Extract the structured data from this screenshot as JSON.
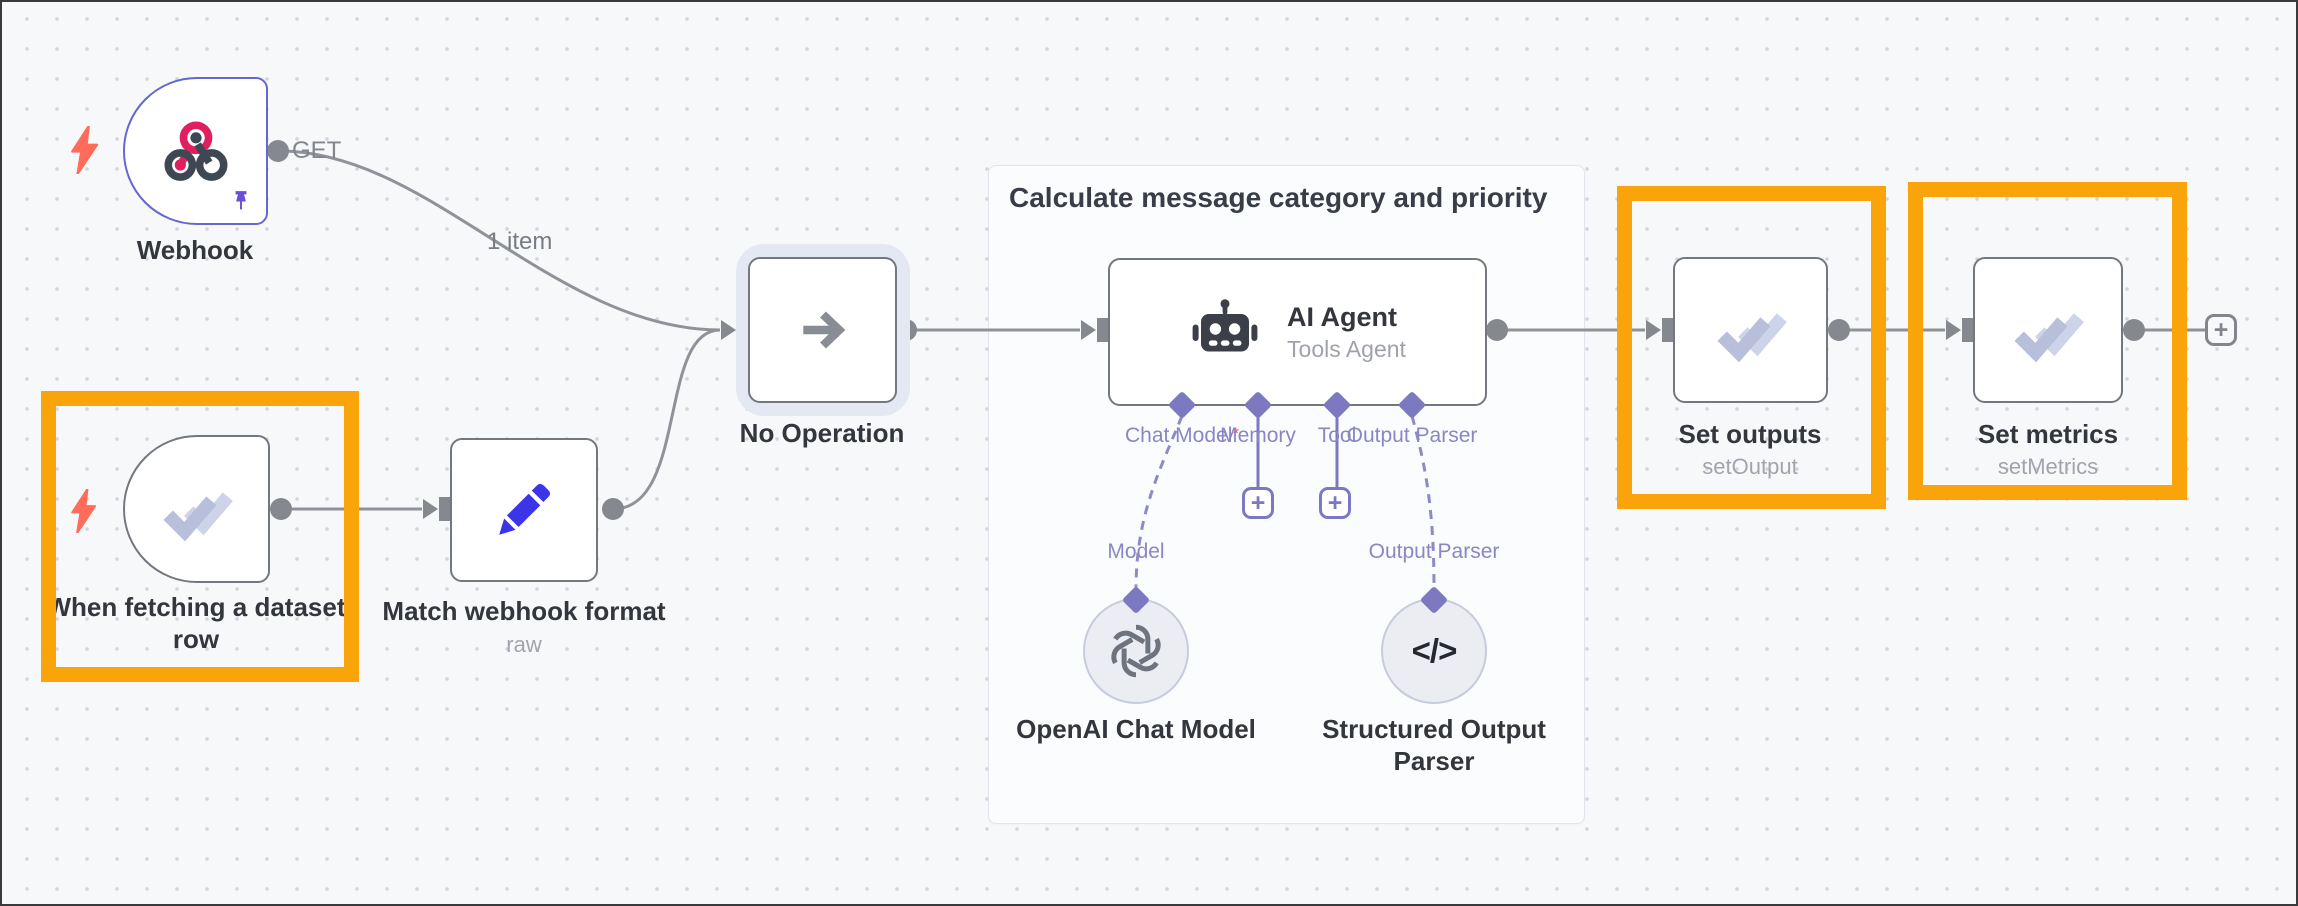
{
  "sticky": {
    "title": "Calculate message category and priority"
  },
  "edge_labels": {
    "get": "GET",
    "one_item": "1 item"
  },
  "nodes": {
    "webhook": {
      "title": "Webhook"
    },
    "dataset_trigger": {
      "title": "When fetching a dataset row"
    },
    "match_format": {
      "title": "Match webhook format",
      "subtitle": "raw"
    },
    "noop": {
      "title": "No Operation"
    },
    "agent": {
      "title": "AI Agent",
      "subtitle": "Tools Agent"
    },
    "openai": {
      "title": "OpenAI Chat Model"
    },
    "structured_parser": {
      "title": "Structured Output Parser"
    },
    "set_outputs": {
      "title": "Set outputs",
      "subtitle": "setOutput"
    },
    "set_metrics": {
      "title": "Set metrics",
      "subtitle": "setMetrics"
    }
  },
  "ports": {
    "chat_model": "Chat Model",
    "required_marker": "*",
    "memory": "Memory",
    "tool": "Tool",
    "output_parser": "Output Parser"
  },
  "sub_ports": {
    "model": "Model",
    "output_parser": "Output Parser"
  },
  "buttons": {
    "add_memory": "+",
    "add_tool": "+",
    "add_node": "+"
  },
  "icons": {
    "code": "</>"
  },
  "colors": {
    "highlight_orange": "#FAA40B",
    "node_border": "#73777F",
    "webhook_border": "#6467CF",
    "edge_gray": "#8F9298",
    "purple_accent": "#7B79BF",
    "pencil_blue": "#3C35E8",
    "bolt_red": "#FF6C59",
    "check_light": "#C6CDE4",
    "canvas_bg": "#F7F8FA"
  }
}
